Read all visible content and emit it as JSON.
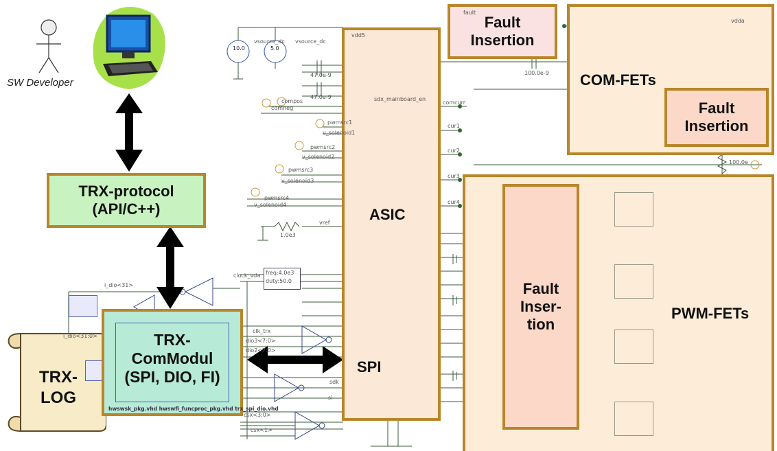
{
  "developer": {
    "label": "SW Developer"
  },
  "trx_protocol": {
    "line1": "TRX-protocol",
    "line2": "(API/C++)"
  },
  "trx_commodul": {
    "line1": "TRX-",
    "line2": "ComModul",
    "line3": "(SPI, DIO, FI)",
    "footer": "hwswsk_pkg.vhd hwswfi_funcproc_pkg.vhd trx_spi_dio.vhd"
  },
  "trx_log": {
    "line1": "TRX-",
    "line2": "LOG"
  },
  "asic": {
    "label": "ASIC",
    "spi": "SPI"
  },
  "fault_top": {
    "line1": "Fault",
    "line2": "Insertion"
  },
  "com_fets": {
    "label": "COM-FETs",
    "fault_line1": "Fault",
    "fault_line2": "Insertion"
  },
  "pwm_fets": {
    "label": "PWM-FETs",
    "fault_line1": "Fault",
    "fault_line2": "Inser-",
    "fault_line3": "tion"
  },
  "schematic": {
    "vsrc1_label": "10.0",
    "vsrc2_label": "5.0",
    "vsrc1_name": "vsource_dc",
    "vsrc2_name": "vsource_dc",
    "cap1": "47.0e-9",
    "cap2": "47.0e-9",
    "cap_top": "100.0e-9",
    "res_vref": "1.0e3",
    "clock_name": "clock_vda",
    "clock_freq": "freq:4.0e3",
    "clock_duty": "duty:50.0",
    "vdd": "vdd5",
    "compos": "compos",
    "comneg": "comneg",
    "pwmsrc1": "pwmsrc1",
    "pwmsrc2": "pwmsrc2",
    "pwmsrc3": "pwmsrc3",
    "pwmsrc4": "pwmsrc4",
    "vsol1": "v_solenoid1",
    "vsol2": "v_solenoid2",
    "vsol3": "v_solenoid3",
    "vsol4": "v_solenoid4",
    "vref": "vref",
    "comcurr": "comcurr",
    "cur1": "cur1",
    "cur2": "cur2",
    "cur3": "cur3",
    "cur4": "cur4",
    "i_dio31": "i_dio<31>",
    "i_dio31_0": "i_dio<31:0>",
    "clk_trx": "clk_trx",
    "dio3": "dio3<7:0>",
    "dio2": "dio2<7:0>",
    "sdk": "sdk",
    "si": "si",
    "csx30": "csx<3:0>",
    "csx1": "csx<1>",
    "mainboard_en": "sdx_mainboard_en",
    "vdda": "vdda",
    "fault": "fault",
    "res_com": "100.0e"
  }
}
